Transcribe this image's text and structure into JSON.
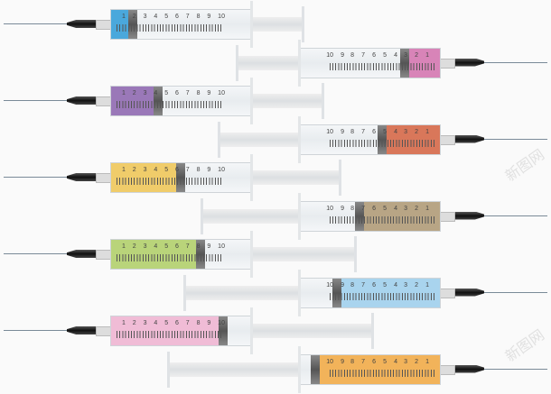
{
  "scale_labels": [
    "1",
    "2",
    "3",
    "4",
    "5",
    "6",
    "7",
    "8",
    "9",
    "10"
  ],
  "watermark": "新图网",
  "syringes": [
    {
      "direction": "left",
      "fluid_color": "#4aa8dc",
      "fill": 0.12
    },
    {
      "direction": "right",
      "fluid_color": "#d884b8",
      "fill": 0.22
    },
    {
      "direction": "left",
      "fluid_color": "#9a78b8",
      "fill": 0.3
    },
    {
      "direction": "right",
      "fluid_color": "#d9775a",
      "fill": 0.38
    },
    {
      "direction": "left",
      "fluid_color": "#f0cc6a",
      "fill": 0.46
    },
    {
      "direction": "right",
      "fluid_color": "#b8a585",
      "fill": 0.54
    },
    {
      "direction": "left",
      "fluid_color": "#b9d47a",
      "fill": 0.6
    },
    {
      "direction": "right",
      "fluid_color": "#a9d4ee",
      "fill": 0.7
    },
    {
      "direction": "left",
      "fluid_color": "#f0bcd6",
      "fill": 0.76
    },
    {
      "direction": "right",
      "fluid_color": "#f2b35a",
      "fill": 0.85
    }
  ]
}
